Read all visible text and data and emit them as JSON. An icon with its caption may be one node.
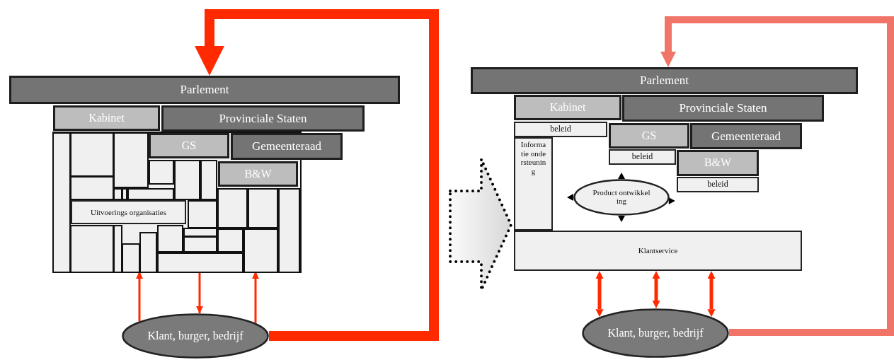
{
  "diagram": {
    "nodes": [
      {
        "text": [
          "Parlement"
        ]
      },
      {
        "text": [
          "Kabinet"
        ]
      },
      {
        "text": [
          "Provinciale Staten"
        ]
      },
      {
        "text": [
          "GS"
        ],
        "in": 21
      },
      {
        "text": [
          "Gemeenteraad"
        ]
      },
      {
        "text": [
          "B&W"
        ],
        "in": 21
      },
      {
        "text": [
          "Uitvoerings organisaties"
        ],
        "in": 21
      },
      {
        "text": [
          "Klant, burger, bedrijf"
        ]
      },
      {
        "text": [
          "Parlement"
        ]
      },
      {
        "text": [
          "Kabinet"
        ]
      },
      {
        "text": [
          "Provinciale Staten"
        ]
      },
      {
        "text": [
          "beleid"
        ]
      },
      {
        "text": [
          "GS"
        ]
      },
      {
        "text": [
          "Gemeenteraad"
        ]
      },
      {
        "text": [
          "Informatie ondersteuning"
        ]
      },
      {
        "text": [
          "beleid"
        ]
      },
      {
        "text": [
          "B&W"
        ]
      },
      {
        "text": [
          "beleid"
        ]
      },
      {
        "text": [
          "Product ontwikkeling"
        ]
      },
      {
        "text": [
          "Klantservice"
        ]
      },
      {
        "text": [
          "Klant, burger, bedrijf"
        ]
      },
      {
        "text": [],
        "shape": "box"
      }
    ],
    "edges": [
      {
        "from": 7,
        "to": 21,
        "arrow": "to"
      },
      {
        "from": 21,
        "to": 7,
        "arrow": "to"
      },
      {
        "from": 7,
        "to": 21,
        "arrow": "to"
      },
      {
        "from": 7,
        "to": 0,
        "arrow": "to",
        "style": "thick"
      },
      {
        "from": 19,
        "to": 20,
        "arrow": "both"
      },
      {
        "from": 19,
        "to": 20,
        "arrow": "both"
      },
      {
        "from": 19,
        "to": 20,
        "arrow": "both"
      },
      {
        "from": 20,
        "to": 8,
        "arrow": "to",
        "style": "thick",
        "color": "#f07468"
      }
    ]
  }
}
